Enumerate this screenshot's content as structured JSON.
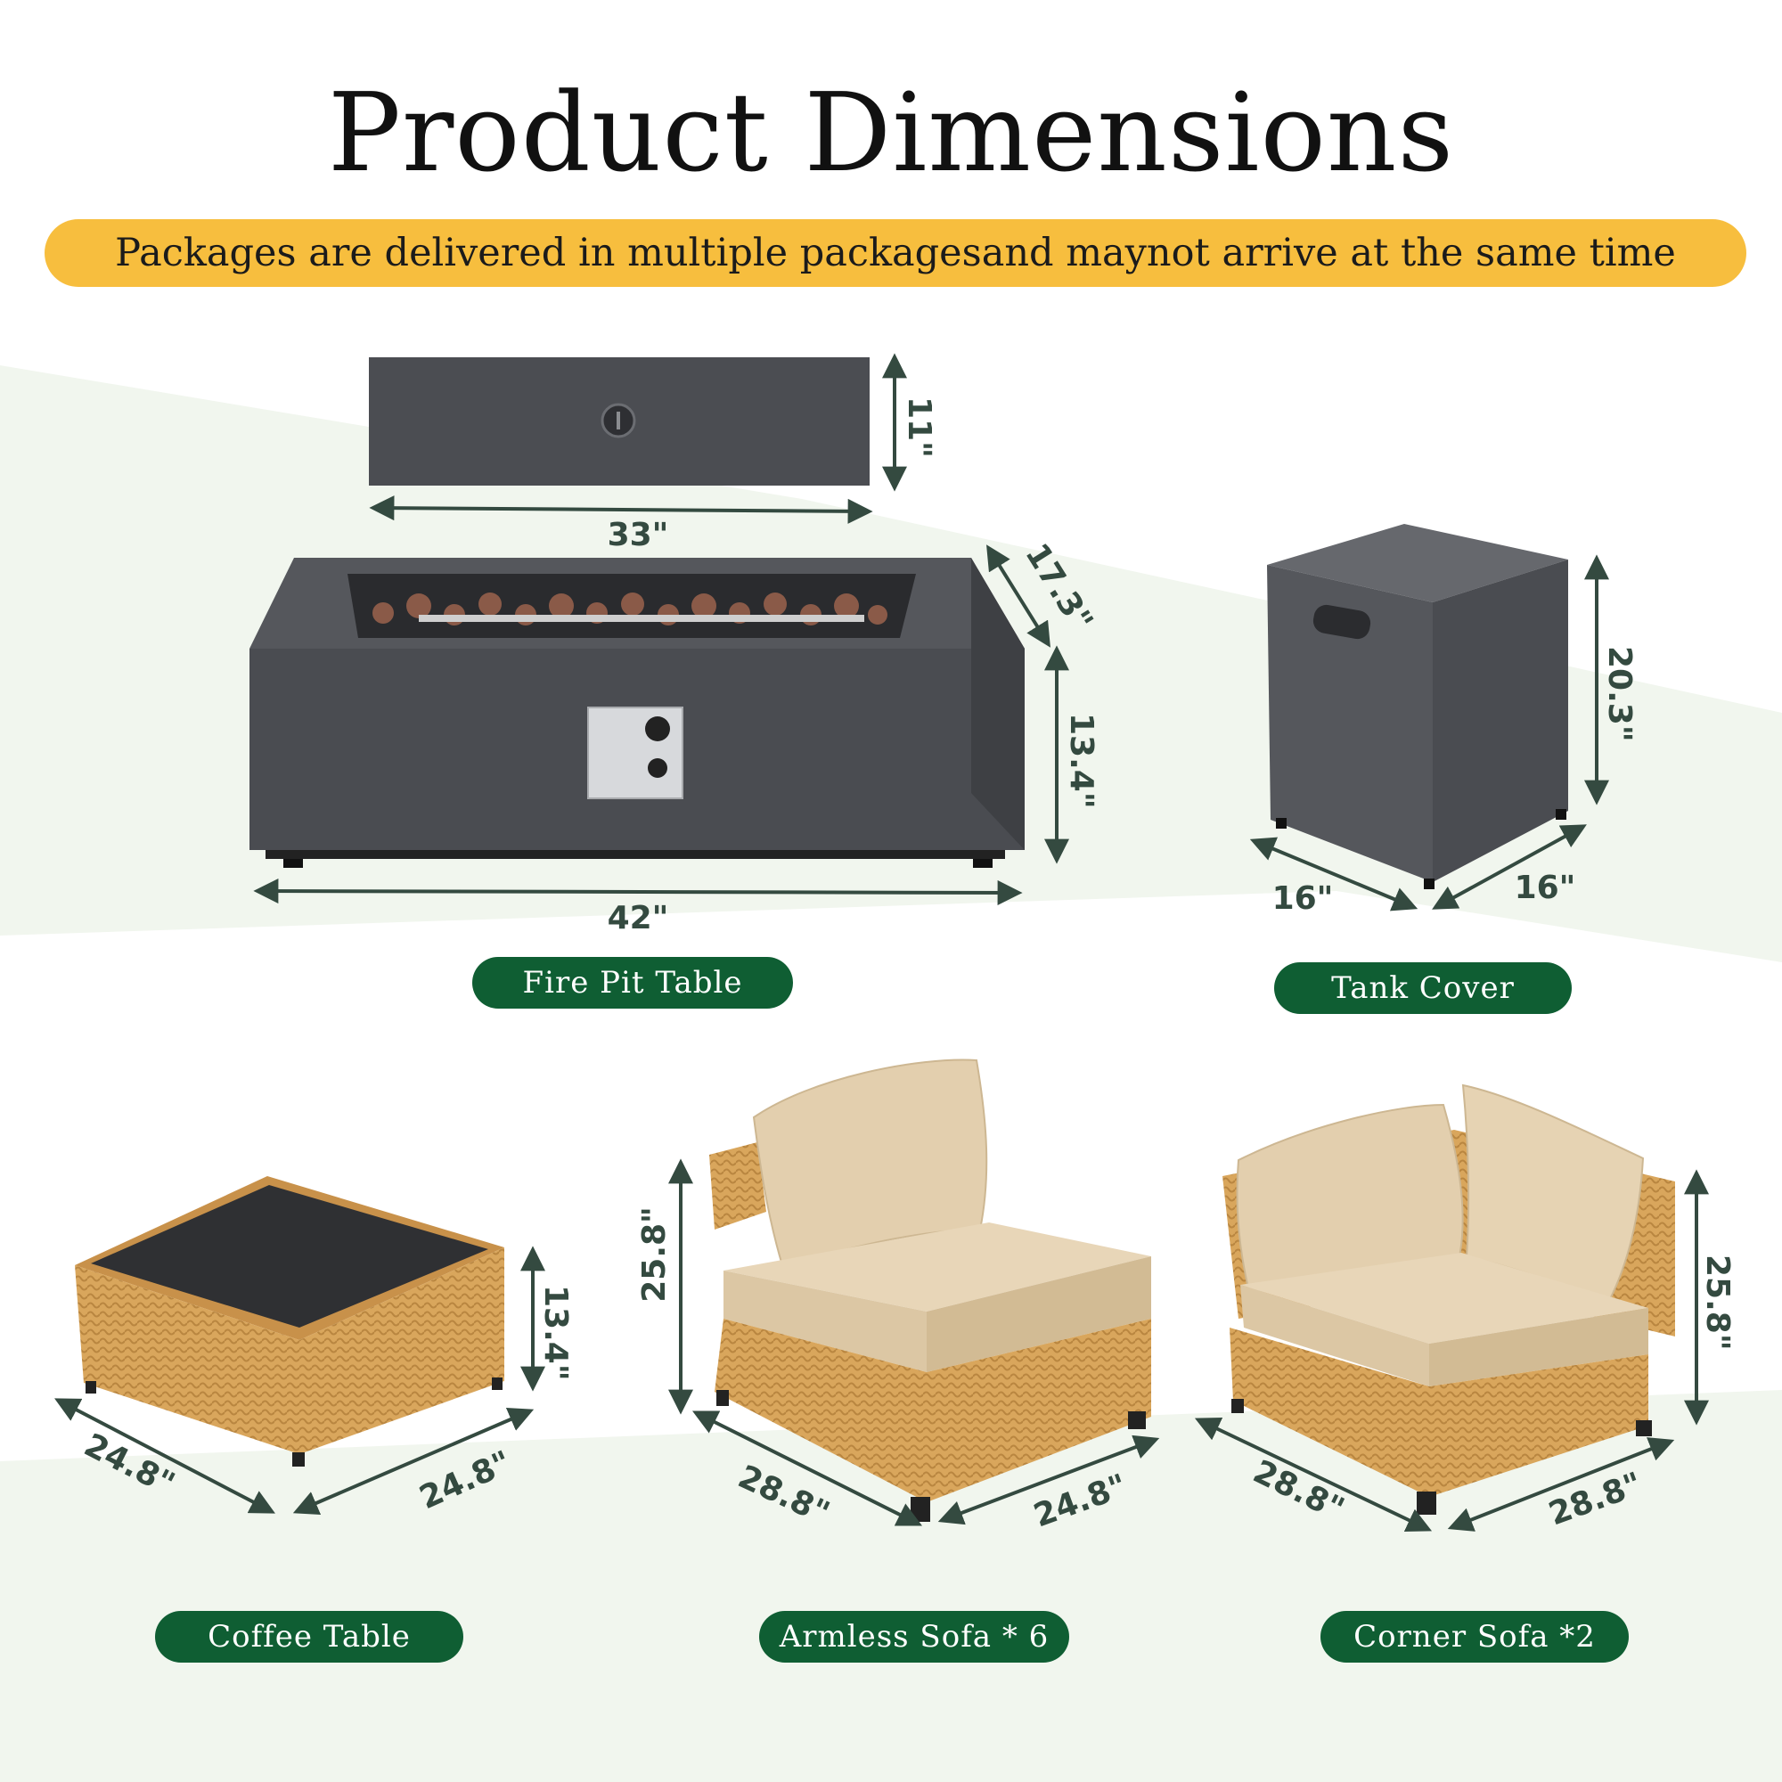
{
  "title": "Product Dimensions",
  "notice": "Packages are delivered in multiple packagesand maynot arrive at the same time",
  "colors": {
    "accent_yellow": "#f7be3e",
    "label_green": "#0f5e33",
    "dimension_text": "#344a40",
    "metal_grey": "#4a4c50",
    "wicker": "#d9a65c",
    "cushion": "#e6d3b3"
  },
  "products": {
    "fire_pit_table": {
      "label": "Fire Pit Table",
      "lid_height": "11\"",
      "lid_width": "33\"",
      "depth": "17.3\"",
      "height": "13.4\"",
      "width": "42\""
    },
    "tank_cover": {
      "label": "Tank Cover",
      "height": "20.3\"",
      "depth": "16\"",
      "width": "16\""
    },
    "coffee_table": {
      "label": "Coffee Table",
      "height": "13.4\"",
      "depth": "24.8\"",
      "width": "24.8\""
    },
    "armless_sofa": {
      "label": "Armless Sofa * 6",
      "height": "25.8\"",
      "depth": "28.8\"",
      "width": "24.8\""
    },
    "corner_sofa": {
      "label": "Corner Sofa *2",
      "height": "25.8\"",
      "depth": "28.8\"",
      "width": "28.8\""
    }
  }
}
